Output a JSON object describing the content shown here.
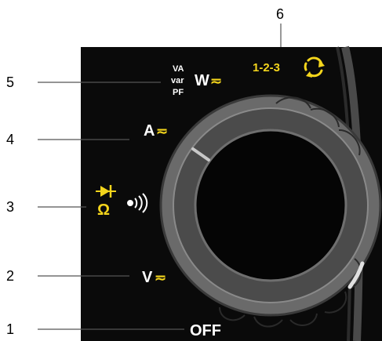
{
  "callouts": [
    {
      "number": "1"
    },
    {
      "number": "2"
    },
    {
      "number": "3"
    },
    {
      "number": "4"
    },
    {
      "number": "5"
    },
    {
      "number": "6"
    }
  ],
  "dial": {
    "off_label": "OFF",
    "voltage_label": "V",
    "current_label": "A",
    "power_label": "W",
    "power_sub_labels": [
      "VA",
      "var",
      "PF"
    ],
    "phase_label": "1-2-3",
    "resistance_label": "Ω",
    "ac_dc_symbol": "≂"
  },
  "icons": {
    "continuity": "continuity-beeper-icon",
    "diode": "diode-icon",
    "phase_rotation": "phase-rotation-icon"
  },
  "colors": {
    "panel": "#0a0a0a",
    "label_white": "#ffffff",
    "label_yellow": "#f4d51c",
    "knob_ring": "#5a5a5a",
    "knob_center": "#050505"
  }
}
